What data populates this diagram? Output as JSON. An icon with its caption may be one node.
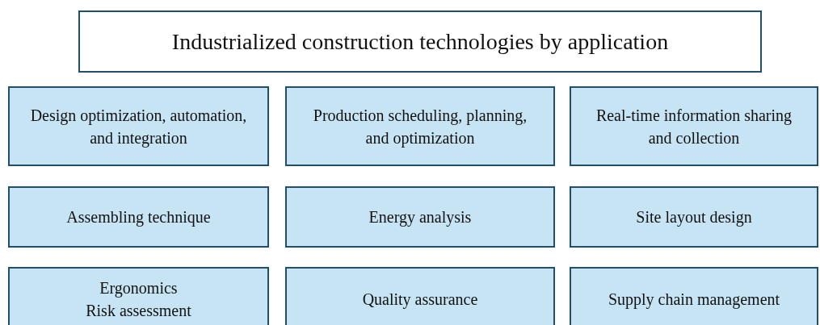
{
  "diagram": {
    "nodes": [
      {
        "text": [
          "Industrialized construction technologies by application"
        ]
      },
      {
        "text": [
          "Design optimization, automation, and integration"
        ]
      },
      {
        "text": [
          "Production scheduling, planning, and optimization"
        ]
      },
      {
        "text": [
          "Real-time information sharing and collection"
        ]
      },
      {
        "text": [
          "Assembling technique"
        ]
      },
      {
        "text": [
          "Energy analysis"
        ]
      },
      {
        "text": [
          "Site layout design"
        ]
      },
      {
        "text": [
          "Ergonomics",
          "Risk assessment"
        ]
      },
      {
        "text": [
          "Quality assurance"
        ]
      },
      {
        "text": [
          "Supply chain management"
        ]
      }
    ]
  }
}
